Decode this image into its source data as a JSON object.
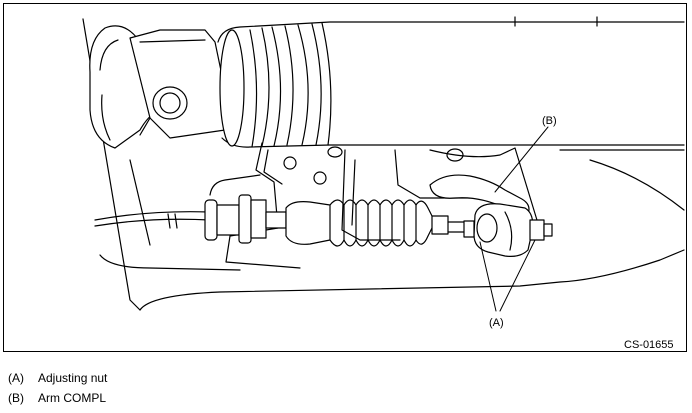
{
  "figure": {
    "code": "CS-01655",
    "callouts": {
      "a": "(A)",
      "b": "(B)"
    }
  },
  "legend": [
    {
      "key": "(A)",
      "text": "Adjusting nut"
    },
    {
      "key": "(B)",
      "text": "Arm COMPL"
    }
  ]
}
